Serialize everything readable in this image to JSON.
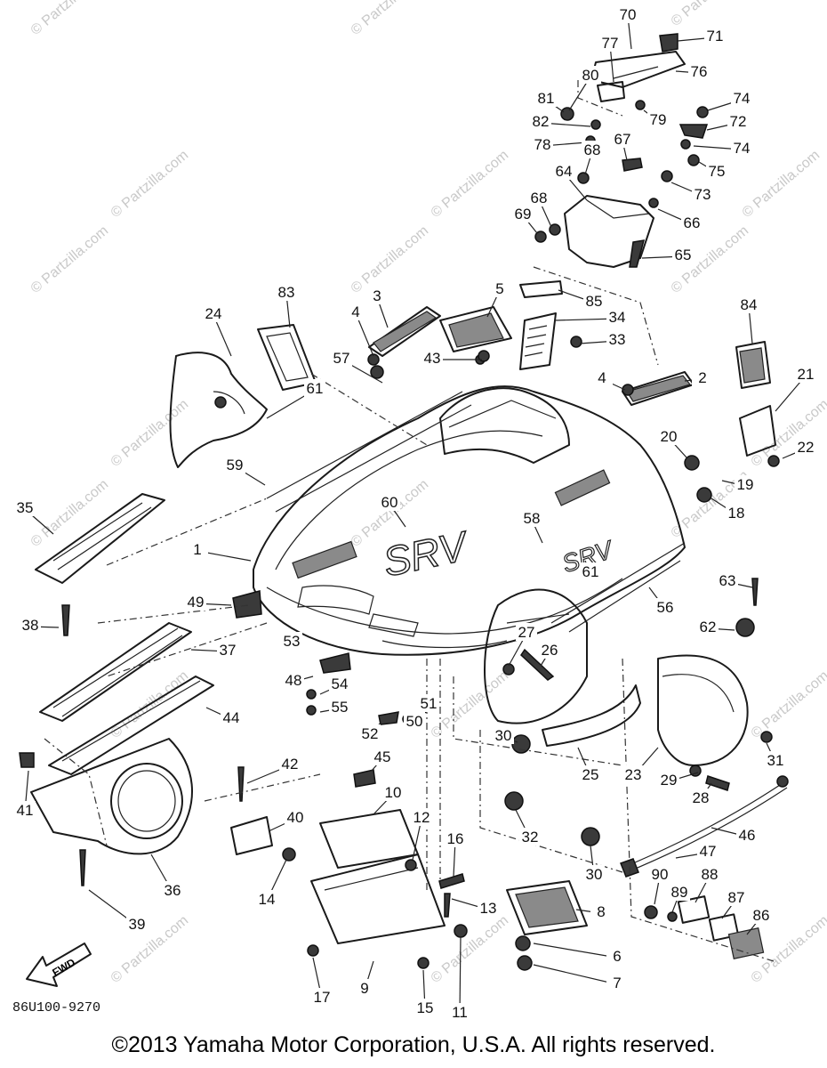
{
  "callouts": [
    "1",
    "2",
    "3",
    "4",
    "4",
    "5",
    "6",
    "7",
    "8",
    "9",
    "10",
    "11",
    "12",
    "13",
    "14",
    "15",
    "16",
    "17",
    "18",
    "19",
    "20",
    "21",
    "22",
    "23",
    "24",
    "25",
    "26",
    "27",
    "28",
    "29",
    "30",
    "30",
    "31",
    "32",
    "33",
    "34",
    "35",
    "36",
    "37",
    "38",
    "39",
    "40",
    "41",
    "42",
    "43",
    "44",
    "45",
    "46",
    "47",
    "48",
    "49",
    "50",
    "51",
    "52",
    "53",
    "54",
    "55",
    "56",
    "57",
    "58",
    "59",
    "60",
    "61",
    "61",
    "62",
    "63",
    "64",
    "65",
    "66",
    "67",
    "68",
    "68",
    "69",
    "70",
    "71",
    "72",
    "73",
    "74",
    "74",
    "75",
    "76",
    "77",
    "78",
    "79",
    "80",
    "81",
    "82",
    "83",
    "84",
    "85",
    "86",
    "87",
    "88",
    "89",
    "90"
  ],
  "watermark": "© Partzilla.com",
  "find_arrow_label": "FWD",
  "drawing_code": "86U100-9270",
  "copyright": "©2013 Yamaha Motor Corporation, U.S.A. All rights reserved."
}
